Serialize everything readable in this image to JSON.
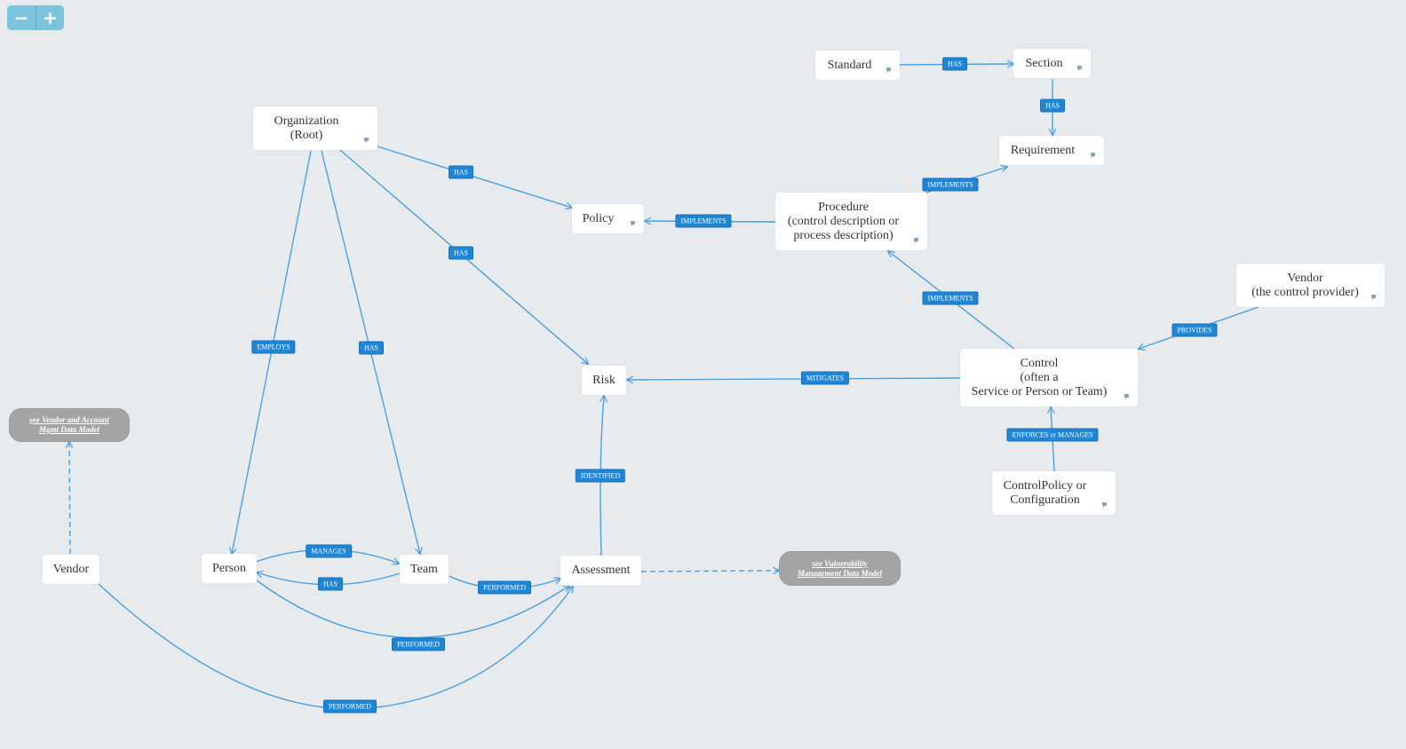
{
  "zoom": {
    "out_label": "−",
    "in_label": "+"
  },
  "nodes": {
    "standard": "Standard",
    "section": "Section",
    "requirement": "Requirement",
    "organization": "Organization\n(Root)",
    "policy": "Policy",
    "procedure": "Procedure\n(control description or\nprocess description)",
    "vendor_provider": "Vendor\n(the control provider)",
    "control": "Control\n(often a\nService or Person or Team)",
    "risk": "Risk",
    "control_policy": "ControlPolicy or\nConfiguration",
    "vendor": "Vendor",
    "person": "Person",
    "team": "Team",
    "assessment": "Assessment"
  },
  "refs": {
    "vendor_account": "see Vendor and Account\nMgmt Data Model",
    "vulnerability": "see Vulnerability\nManagement Data Model"
  },
  "edges": {
    "standard_section": "HAS",
    "section_requirement": "HAS",
    "procedure_requirement": "IMPLEMENTS",
    "procedure_policy": "IMPLEMENTS",
    "org_policy": "HAS",
    "org_risk": "HAS",
    "control_procedure": "IMPLEMENTS",
    "vendor_control": "PROVIDES",
    "control_risk": "MITIGATES",
    "cpolicy_control": "ENFORCES or MANAGES",
    "org_person": "EMPLOYS",
    "org_team": "HAS",
    "assessment_risk": "IDENTIFIED",
    "person_team": "MANAGES",
    "team_person": "HAS",
    "team_assessment": "PERFORMED",
    "person_assessment": "PERFORMED",
    "vendor_assessment": "PERFORMED"
  },
  "colors": {
    "edge": "#4a9fe2",
    "label_bg": "#1f86d6",
    "background": "#e8ebee",
    "ref_bg": "#a4a4a4"
  }
}
